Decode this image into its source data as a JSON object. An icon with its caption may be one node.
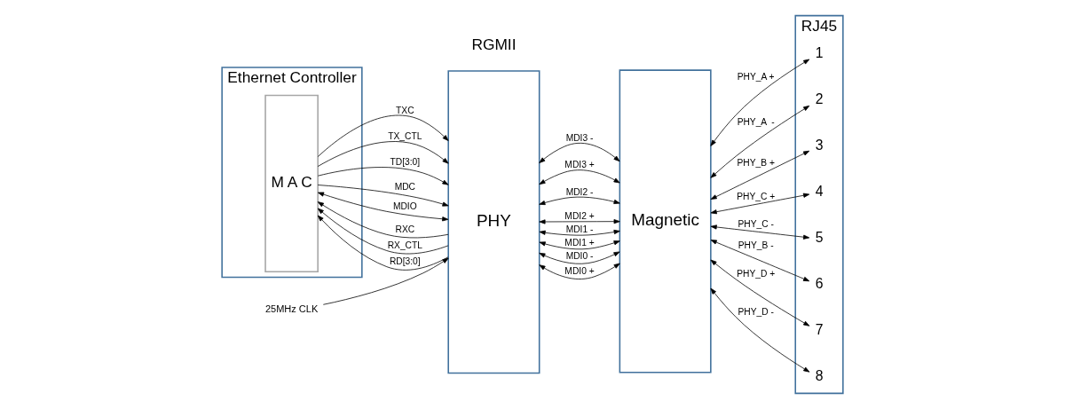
{
  "diagram": {
    "nodes": [
      {
        "text": [
          "Ethernet Controller"
        ]
      },
      {
        "text": [
          "M A C"
        ],
        "in": 0
      },
      {
        "text": [
          "PHY"
        ]
      },
      {
        "text": [
          "Magnetic"
        ]
      },
      {
        "text": [
          "RJ45"
        ]
      },
      {
        "text": [
          "1"
        ],
        "in": 4
      },
      {
        "text": [
          "2"
        ],
        "in": 4
      },
      {
        "text": [
          "3"
        ],
        "in": 4
      },
      {
        "text": [
          "4"
        ],
        "in": 4
      },
      {
        "text": [
          "5"
        ],
        "in": 4
      },
      {
        "text": [
          "6"
        ],
        "in": 4
      },
      {
        "text": [
          "7"
        ],
        "in": 4
      },
      {
        "text": [
          "8"
        ],
        "in": 4
      },
      {
        "text": [
          "25MHz CLK"
        ]
      }
    ],
    "edges": [
      {
        "from": 1,
        "to": 2,
        "arrow": "to",
        "label": "TXC"
      },
      {
        "from": 1,
        "to": 2,
        "arrow": "to",
        "label": "TX_CTL"
      },
      {
        "from": 1,
        "to": 2,
        "arrow": "to",
        "label": "TD[3:0]"
      },
      {
        "from": 2,
        "to": 1,
        "arrow": "to",
        "label": "RXC"
      },
      {
        "from": 2,
        "to": 1,
        "arrow": "to",
        "label": "RX_CTL"
      },
      {
        "from": 2,
        "to": 1,
        "arrow": "to",
        "label": "RD[3:0]"
      },
      {
        "from": 1,
        "to": 2,
        "arrow": "to",
        "label": "MDC"
      },
      {
        "from": 1,
        "to": 2,
        "arrow": "both",
        "label": "MDIO"
      },
      {
        "from": 2,
        "to": 3,
        "arrow": "both",
        "label": "MDI3 -"
      },
      {
        "from": 2,
        "to": 3,
        "arrow": "both",
        "label": "MDI3 +"
      },
      {
        "from": 2,
        "to": 3,
        "arrow": "both",
        "label": "MDI2 -"
      },
      {
        "from": 2,
        "to": 3,
        "arrow": "both",
        "label": "MDI2 +"
      },
      {
        "from": 2,
        "to": 3,
        "arrow": "both",
        "label": "MDI1 -"
      },
      {
        "from": 2,
        "to": 3,
        "arrow": "both",
        "label": "MDI1 +"
      },
      {
        "from": 2,
        "to": 3,
        "arrow": "both",
        "label": "MDI0 -"
      },
      {
        "from": 2,
        "to": 3,
        "arrow": "both",
        "label": "MDI0 +"
      },
      {
        "from": 3,
        "to": 12,
        "arrow": "both",
        "label": "PHY_D -"
      },
      {
        "from": 3,
        "to": 11,
        "arrow": "both",
        "label": "PHY_D +"
      },
      {
        "from": 3,
        "to": 9,
        "arrow": "both",
        "label": "PHY_C -"
      },
      {
        "from": 3,
        "to": 8,
        "arrow": "both",
        "label": "PHY_C +"
      },
      {
        "from": 3,
        "to": 10,
        "arrow": "both",
        "label": "PHY_B -"
      },
      {
        "from": 3,
        "to": 7,
        "arrow": "both",
        "label": "PHY_B +"
      },
      {
        "from": 3,
        "to": 6,
        "arrow": "both",
        "label": "PHY_A  -"
      },
      {
        "from": 3,
        "to": 5,
        "arrow": "both",
        "label": "PHY_A +"
      },
      {
        "from": 13,
        "to": 2,
        "arrow": "to"
      }
    ],
    "labels": [
      "RGMII"
    ]
  }
}
